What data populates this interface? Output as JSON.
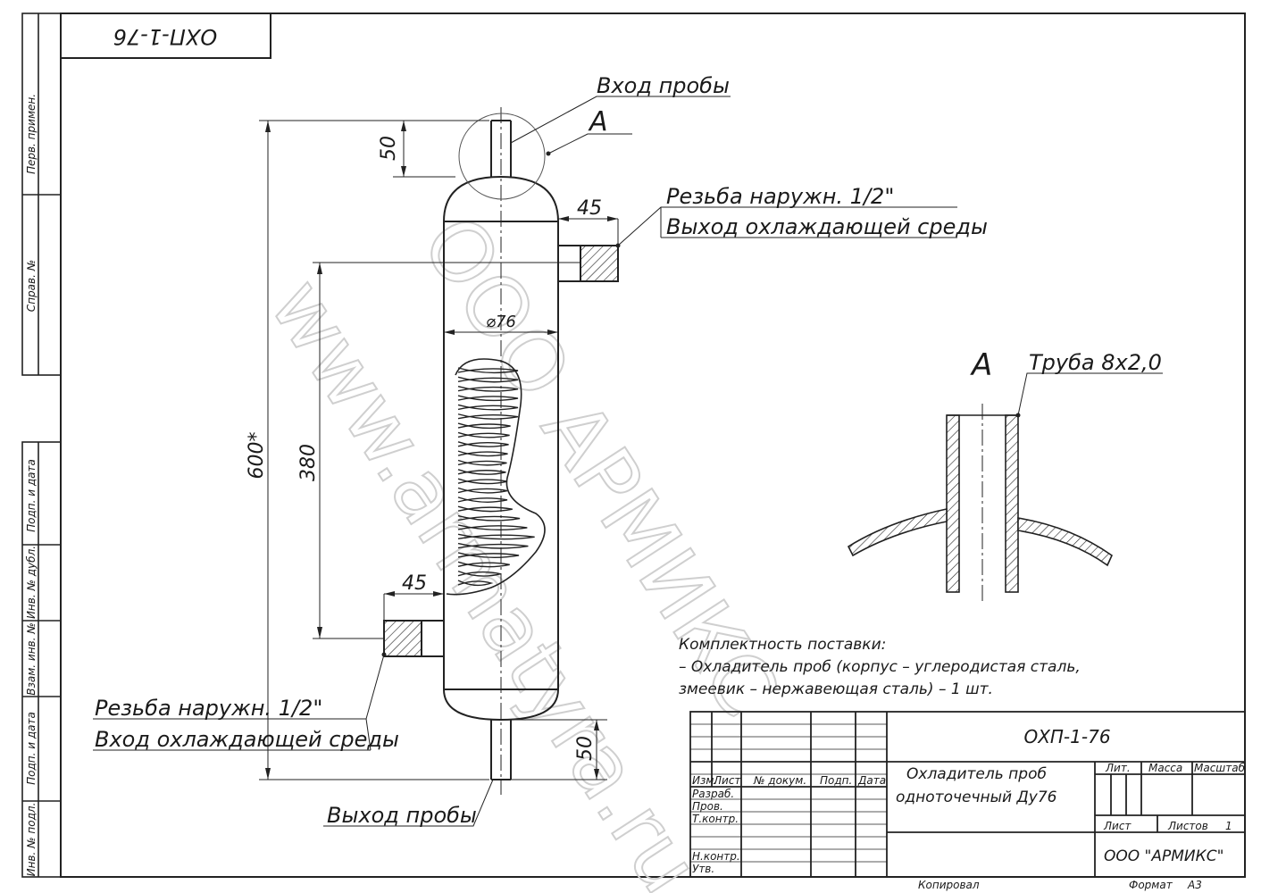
{
  "stamp_mirrored": "ОХП-1-76",
  "side_stamp": {
    "perv_primen": "Перв. примен.",
    "sprav_no": "Справ. №",
    "podp_i_data_1": "Подп. и дата",
    "inv_no_dubl": "Инв. № дубл.",
    "vzam_inv_no": "Взам. инв. №",
    "podp_i_data_2": "Подп. и дата",
    "inv_no_podl": "Инв. № подл."
  },
  "labels": {
    "inlet_sample": "Вход пробы",
    "outlet_sample": "Выход пробы",
    "view_a": "A",
    "thread_top": "Резьба наружн. 1/2\"",
    "coolant_out": "Выход охлаждающей среды",
    "thread_bottom": "Резьба наружн. 1/2\"",
    "coolant_in": "Вход охлаждающей среды"
  },
  "dimensions": {
    "top_pipe": "50",
    "top_nozzle": "45",
    "diameter": "⌀76",
    "coil_span": "380",
    "overall": "600*",
    "bottom_nozzle": "45",
    "bottom_pipe": "50"
  },
  "detail_a": {
    "letter": "A",
    "pipe_label": "Труба 8х2,0"
  },
  "delivery": {
    "title": "Комплектность поставки:",
    "line1": "– Охладитель проб (корпус – углеродистая сталь,",
    "line2": "змеевик – нержавеющая сталь) – 1 шт."
  },
  "watermark": {
    "line1": "ООО АРМИКС",
    "line2": "www.armatyra.ru"
  },
  "title_block": {
    "designation": "ОХП-1-76",
    "product_name_1": "Охладитель проб",
    "product_name_2": "одноточечный Ду76",
    "col_izm": "Изм.",
    "col_list": "Лист",
    "col_doc": "№ докум.",
    "col_podp": "Подп.",
    "col_data": "Дата",
    "row_razrab": "Разраб.",
    "row_prov": "Пров.",
    "row_tkontr": "Т.контр.",
    "row_nkontr": "Н.контр.",
    "row_utv": "Утв.",
    "lit": "Лит.",
    "massa": "Масса",
    "masshtab": "Масштаб",
    "sheet": "Лист",
    "sheets": "Листов",
    "sheets_count": "1",
    "company": "ООО \"АРМИКС\"",
    "copied": "Копировал",
    "format": "Формат",
    "format_value": "А3"
  }
}
